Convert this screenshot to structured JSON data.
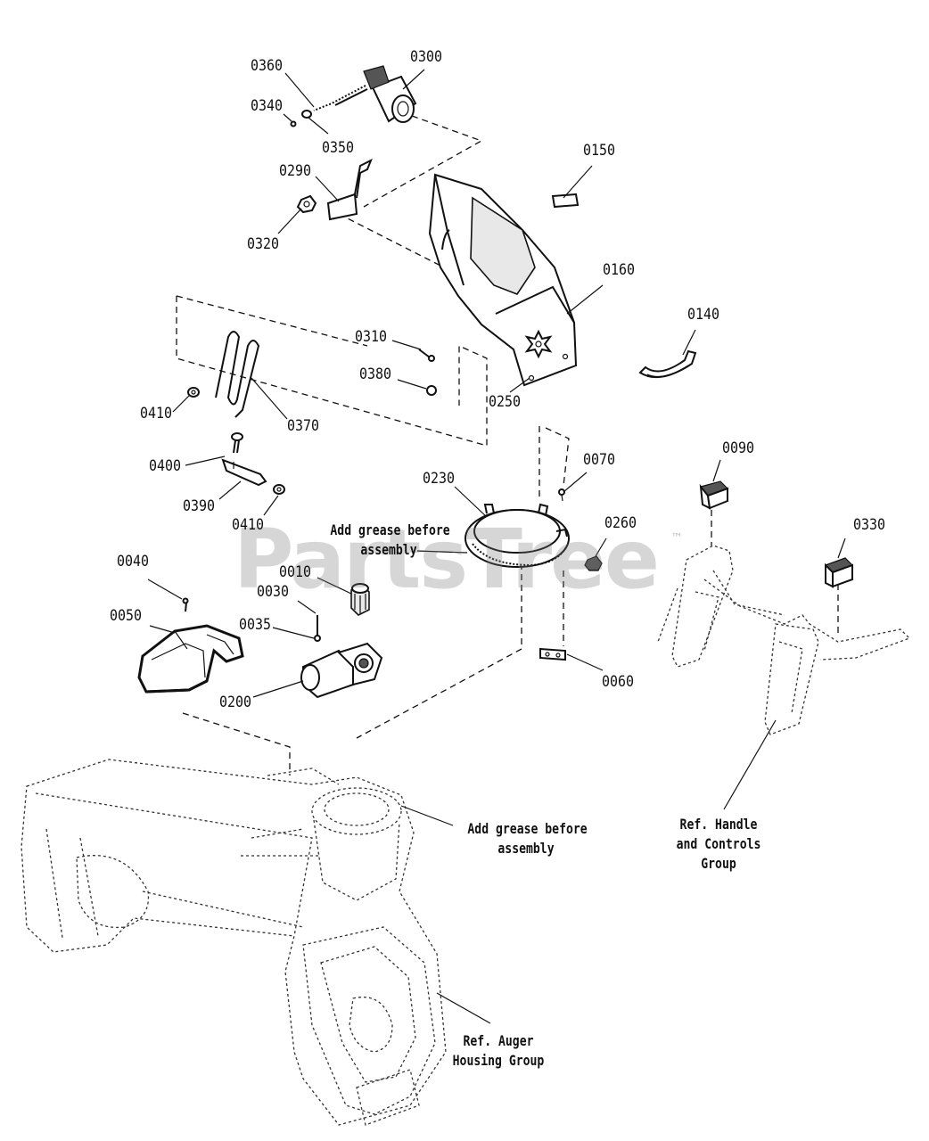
{
  "watermark": {
    "text": "PartsTree",
    "trademark": "™"
  },
  "part_labels": {
    "p0360": "0360",
    "p0300": "0300",
    "p0340": "0340",
    "p0350": "0350",
    "p0290": "0290",
    "p0320": "0320",
    "p0150": "0150",
    "p0160": "0160",
    "p0140": "0140",
    "p0310": "0310",
    "p0380": "0380",
    "p0250": "0250",
    "p0410a": "0410",
    "p0370": "0370",
    "p0400": "0400",
    "p0390": "0390",
    "p0410b": "0410",
    "p0230": "0230",
    "p0070": "0070",
    "p0260": "0260",
    "p0090": "0090",
    "p0330": "0330",
    "p0040": "0040",
    "p0010": "0010",
    "p0030": "0030",
    "p0050": "0050",
    "p0035": "0035",
    "p0200": "0200",
    "p0060": "0060"
  },
  "notes": {
    "grease_top": [
      "Add grease before",
      "assembly"
    ],
    "grease_bottom": [
      "Add grease before",
      "assembly"
    ],
    "handle_ref": [
      "Ref. Handle",
      "and Controls",
      "Group"
    ],
    "auger_ref": [
      "Ref. Auger",
      "Housing Group"
    ]
  }
}
